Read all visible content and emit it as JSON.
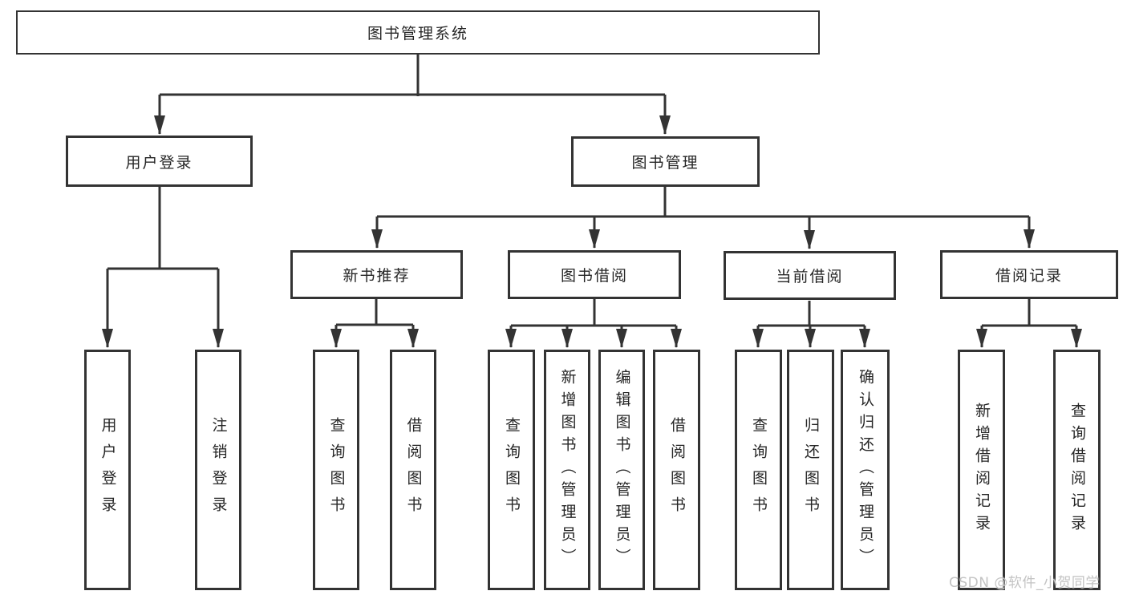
{
  "diagram": {
    "title": "图书管理系统",
    "nodes": {
      "root": {
        "label": "图书管理系统"
      },
      "user_login": {
        "label": "用户登录"
      },
      "book_mgmt": {
        "label": "图书管理"
      },
      "new_book": {
        "label": "新书推荐"
      },
      "book_borrow": {
        "label": "图书借阅"
      },
      "current_borrow": {
        "label": "当前借阅"
      },
      "borrow_records": {
        "label": "借阅记录"
      },
      "u_login": {
        "label": "用户登录"
      },
      "u_logout": {
        "label": "注销登录"
      },
      "nb_query": {
        "label": "查询图书"
      },
      "nb_borrow": {
        "label": "借阅图书"
      },
      "bb_query": {
        "label": "查询图书"
      },
      "bb_add": {
        "label": "新增图书（管理员）"
      },
      "bb_edit": {
        "label": "编辑图书（管理员）"
      },
      "bb_borrow": {
        "label": "借阅图书"
      },
      "cb_query": {
        "label": "查询图书"
      },
      "cb_return": {
        "label": "归还图书"
      },
      "cb_confirm": {
        "label": "确认归还（管理员）"
      },
      "br_add": {
        "label": "新增借阅记录"
      },
      "br_query": {
        "label": "查询借阅记录"
      }
    },
    "edges": [
      [
        "root",
        "user_login"
      ],
      [
        "root",
        "book_mgmt"
      ],
      [
        "user_login",
        "u_login"
      ],
      [
        "user_login",
        "u_logout"
      ],
      [
        "book_mgmt",
        "new_book"
      ],
      [
        "book_mgmt",
        "book_borrow"
      ],
      [
        "book_mgmt",
        "current_borrow"
      ],
      [
        "book_mgmt",
        "borrow_records"
      ],
      [
        "new_book",
        "nb_query"
      ],
      [
        "new_book",
        "nb_borrow"
      ],
      [
        "book_borrow",
        "bb_query"
      ],
      [
        "book_borrow",
        "bb_add"
      ],
      [
        "book_borrow",
        "bb_edit"
      ],
      [
        "book_borrow",
        "bb_borrow"
      ],
      [
        "current_borrow",
        "cb_query"
      ],
      [
        "current_borrow",
        "cb_return"
      ],
      [
        "current_borrow",
        "cb_confirm"
      ],
      [
        "borrow_records",
        "br_add"
      ],
      [
        "borrow_records",
        "br_query"
      ]
    ],
    "colors": {
      "line": "#333333",
      "box_border": "#333333",
      "text": "#262626",
      "background": "#ffffff"
    }
  },
  "watermark": {
    "text": "CSDN @软件_小贺同学",
    "color": "#c3c3c3"
  }
}
